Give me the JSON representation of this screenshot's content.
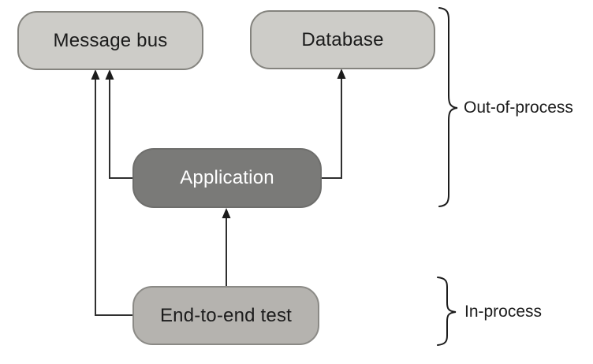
{
  "diagram": {
    "kind": "architecture-test-scope-diagram",
    "background": "#ffffff",
    "nodes": [
      {
        "id": "message-bus",
        "label": "Message bus",
        "fill": "#cdccc8",
        "border": "#84837e",
        "text_color": "#1c1c1c"
      },
      {
        "id": "database",
        "label": "Database",
        "fill": "#cdccc8",
        "border": "#84837e",
        "text_color": "#1c1c1c"
      },
      {
        "id": "application",
        "label": "Application",
        "fill": "#7a7a78",
        "border": "#6e6e6c",
        "text_color": "#ffffff"
      },
      {
        "id": "end-to-end-test",
        "label": "End-to-end test",
        "fill": "#b5b3af",
        "border": "#8b8a86",
        "text_color": "#1c1c1c"
      }
    ],
    "edges": [
      {
        "from": "end-to-end-test",
        "to": "message-bus",
        "style": "arrow"
      },
      {
        "from": "application",
        "to": "message-bus",
        "style": "arrow"
      },
      {
        "from": "application",
        "to": "database",
        "style": "arrow"
      },
      {
        "from": "end-to-end-test",
        "to": "application",
        "style": "arrow"
      }
    ],
    "groups": [
      {
        "id": "out-of-process",
        "label": "Out-of-process",
        "brace": "right-curly",
        "covers": [
          "message-bus",
          "database",
          "application"
        ]
      },
      {
        "id": "in-process",
        "label": "In-process",
        "brace": "right-curly",
        "covers": [
          "end-to-end-test"
        ]
      }
    ],
    "colors": {
      "line": "#2f2f2f",
      "arrow_fill": "#1c1c1c",
      "brace": "#1c1c1c",
      "text": "#1c1c1c"
    }
  }
}
